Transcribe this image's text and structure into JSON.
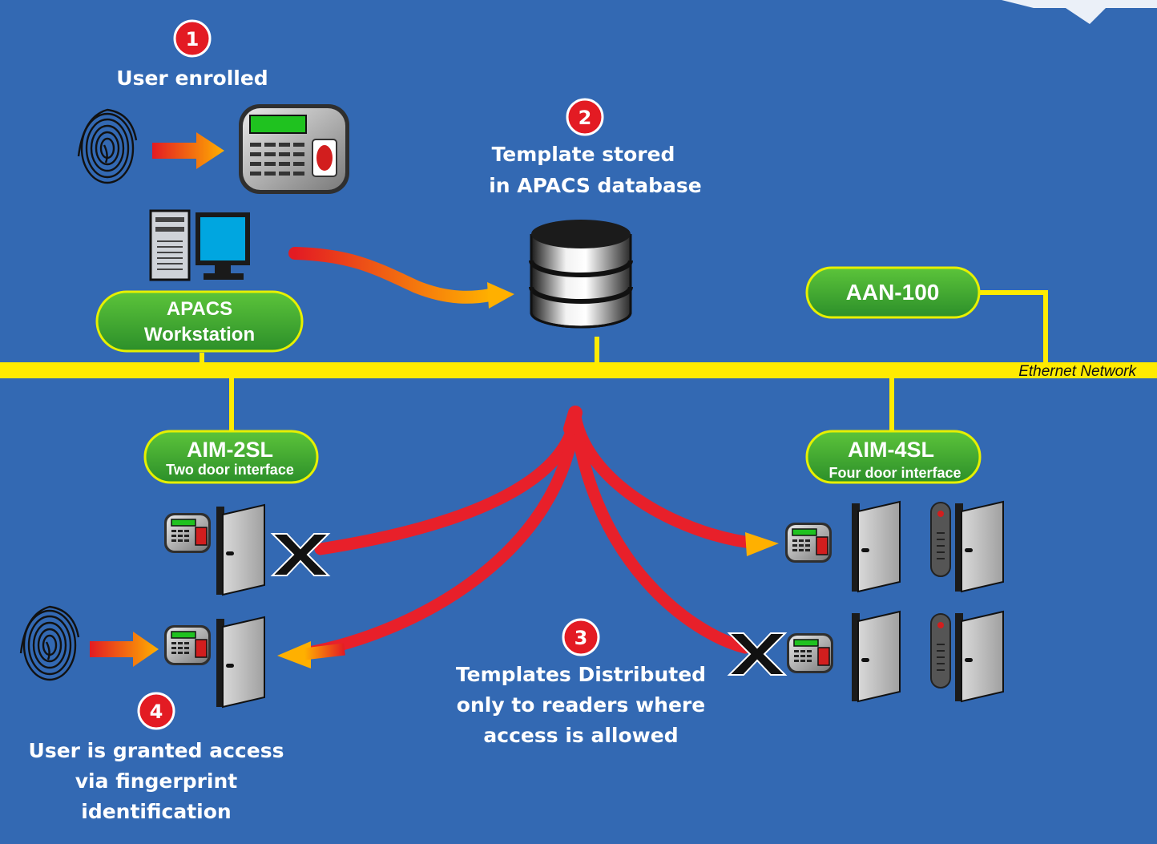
{
  "steps": {
    "step1": {
      "number": "1",
      "text": "User enrolled"
    },
    "step2": {
      "number": "2",
      "line1": "Template stored",
      "line2": "in APACS database"
    },
    "step3": {
      "number": "3",
      "line1": "Templates Distributed",
      "line2": "only to readers where",
      "line3": "access is allowed"
    },
    "step4": {
      "number": "4",
      "line1": "User is granted access",
      "line2": "via fingerprint",
      "line3": "identification"
    }
  },
  "nodes": {
    "workstation": {
      "line1": "APACS",
      "line2": "Workstation"
    },
    "aan": {
      "label": "AAN-100"
    },
    "aim2": {
      "label": "AIM-2SL",
      "sub": "Two door interface"
    },
    "aim4": {
      "label": "AIM-4SL",
      "sub": "Four door interface"
    }
  },
  "network": {
    "label": "Ethernet Network"
  },
  "colors": {
    "background": "#3369b3",
    "network_line": "#ffeb00",
    "pill_fill": "#3faa2f",
    "pill_border": "#e6f000",
    "step_badge": "#e31b23",
    "arrow": "#e8202a",
    "arrow_tip": "#ffb000"
  }
}
